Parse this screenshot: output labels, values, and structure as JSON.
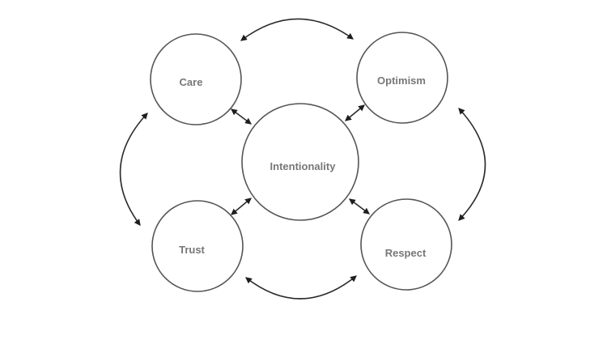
{
  "diagram": {
    "nodes": {
      "care": "Care",
      "optimism": "Optimism",
      "intentionality": "Intentionality",
      "trust": "Trust",
      "respect": "Respect"
    }
  }
}
